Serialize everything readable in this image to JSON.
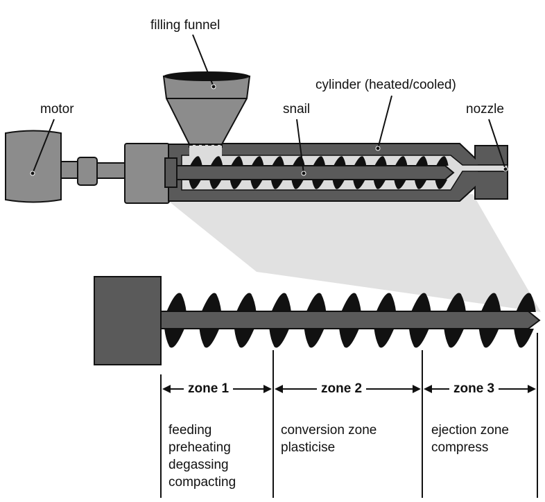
{
  "labels": {
    "filling_funnel": "filling funnel",
    "cylinder": "cylinder (heated/cooled)",
    "motor": "motor",
    "snail": "snail",
    "nozzle": "nozzle"
  },
  "zones": [
    {
      "name": "zone 1",
      "lines": [
        "feeding",
        "preheating",
        "degassing",
        "compacting"
      ]
    },
    {
      "name": "zone 2",
      "lines": [
        "conversion zone",
        "plasticise"
      ]
    },
    {
      "name": "zone 3",
      "lines": [
        "ejection zone",
        "compress"
      ]
    }
  ],
  "colors": {
    "dark_gray": "#5a5a5a",
    "mid_gray": "#8c8c8c",
    "light_gray": "#dcdcdc",
    "black": "#111111"
  }
}
